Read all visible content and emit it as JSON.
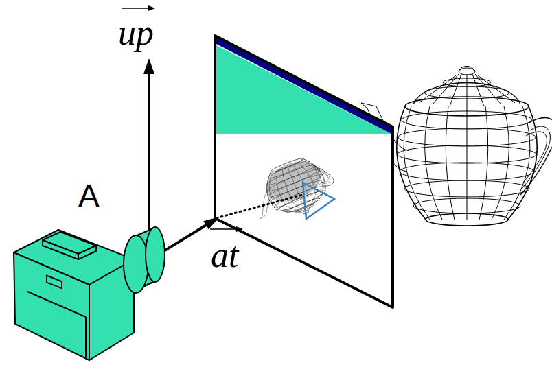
{
  "diagram": {
    "labels": [
      "up",
      "at",
      "A"
    ]
  }
}
